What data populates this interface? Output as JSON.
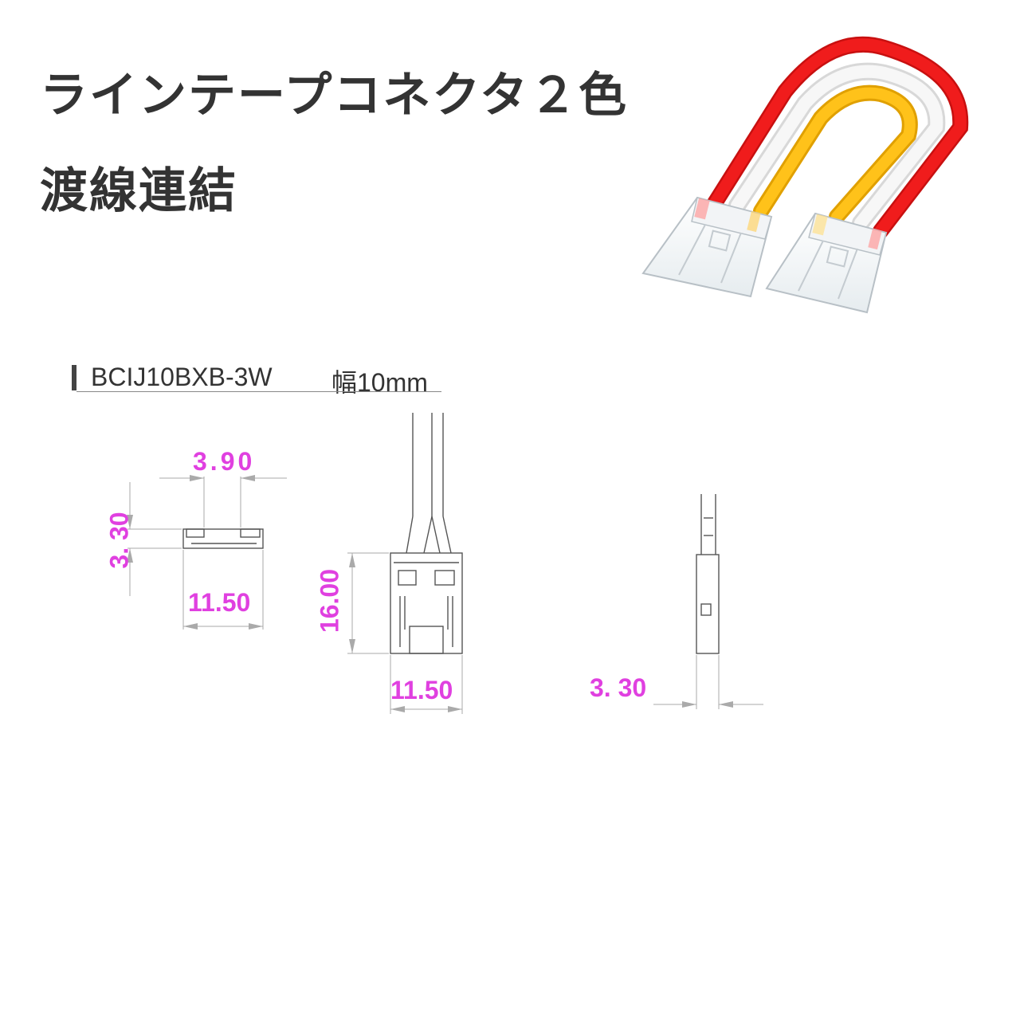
{
  "header": {
    "title_line1": "ラインテープコネクタ２色",
    "title_line2": "渡線連結"
  },
  "model": {
    "code": "BCIJ10BXB-3W",
    "width": "幅10mm"
  },
  "colors": {
    "dimension_text": "#e040e0",
    "wire_red": "#f01c1c",
    "wire_white": "#f4f4f4",
    "wire_yellow": "#ffc21a"
  },
  "dimensions": {
    "end_view_width": "3.90",
    "end_view_height": "3. 30",
    "end_view_total": "11.50",
    "front_view_height": "16.00",
    "front_view_width": "11.50",
    "side_view_thickness": "3. 30"
  }
}
